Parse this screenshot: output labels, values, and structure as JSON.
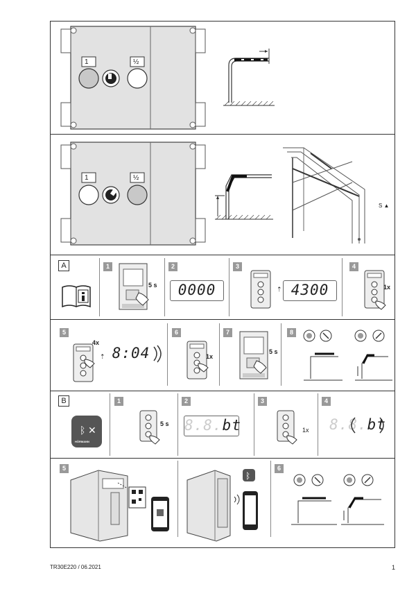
{
  "panel1": {
    "left_badge": "1",
    "right_badge": "½"
  },
  "panel2": {
    "left_badge": "1",
    "right_badge": "½",
    "s_label": "S ▲"
  },
  "sectionA": {
    "letter": "A",
    "steps": [
      "1",
      "2",
      "3",
      "4",
      "5",
      "6",
      "7",
      "8"
    ],
    "step1_time": "5 s",
    "step2_display": "0000",
    "step3_display": "4300",
    "step4_count": "1x",
    "step5_count": "4x",
    "step5_display": "8:04",
    "step6_count": "1x",
    "step7_time": "5 s"
  },
  "sectionB": {
    "letter": "B",
    "steps": [
      "1",
      "2",
      "3",
      "4",
      "5",
      "6"
    ],
    "app_brand": "HÖRMANN",
    "step1_time": "5 s",
    "step2_display_dim": "8.8.",
    "step2_display": "bt",
    "step3_count": "1x",
    "step4_display_dim": "8.8.",
    "step4_display": "bt"
  },
  "footer": {
    "doc_code": "TR30E220 / 06.2021",
    "page": "1"
  }
}
